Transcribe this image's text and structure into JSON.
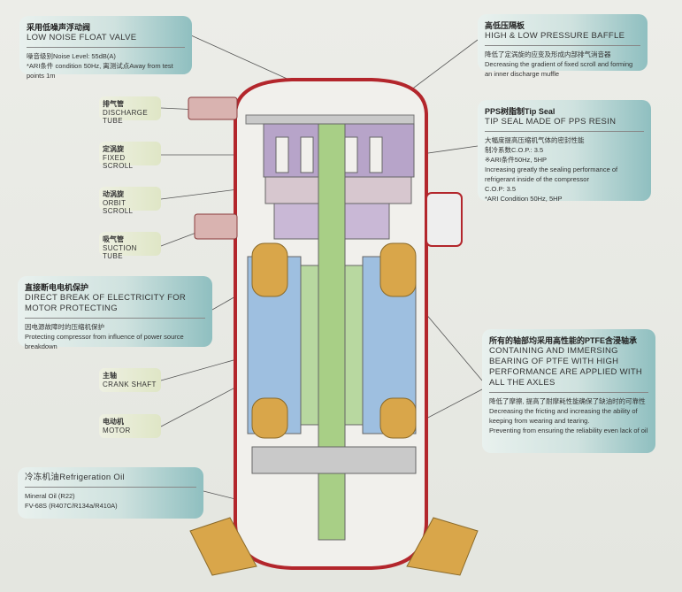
{
  "float_valve": {
    "zh": "采用低噪声浮动阀",
    "title": "LOW NOISE FLOAT VALVE",
    "lines": [
      "噪音级别Noise Level: 55dB(A)",
      "*ARI条件 condition 50Hz, 离测试点Away from test points 1m"
    ]
  },
  "baffle": {
    "zh": "高低压隔板",
    "title": "HIGH & LOW PRESSURE BAFFLE",
    "lines": [
      "降低了定涡旋的应变及形成内部排气消音器",
      "Decreasing the gradient of fixed scroll and forming an inner discharge muffle"
    ]
  },
  "tip_seal": {
    "zh": "PPS树脂制Tip Seal",
    "title": "TIP SEAL MADE OF PPS RESIN",
    "lines": [
      "大幅度提高压缩机气体的密封性能",
      "制冷系数C.O.P.: 3.5",
      "※ARI条件50Hz, 5HP",
      "Increasing greatly the sealing performance of refrigerant inside of the compressor",
      "C.O.P: 3.5",
      "*ARI Condition 50Hz, 5HP"
    ]
  },
  "bearing": {
    "zh": "所有的轴部均采用高性能的PTFE含浸轴承",
    "title": "CONTAINING AND IMMERSING BEARING OF PTFE WITH HIGH PERFORMANCE ARE APPLIED WITH ALL THE AXLES",
    "lines": [
      "降低了摩擦, 提高了耐摩耗性能确保了缺油时的可靠性",
      "Decreasing the fricting and increasing the ability of keeping from wearing and tearing.",
      "Preventing from ensuring the reliability even lack of oil"
    ]
  },
  "motor_protect": {
    "zh": "直接断电电机保护",
    "title": "DIRECT BREAK OF ELECTRICITY FOR MOTOR PROTECTING",
    "lines": [
      "因电源故障时的压缩机保护",
      "Protecting compressor from influence of power source breakdown"
    ]
  },
  "oil": {
    "title": "冷冻机油Refrigeration Oil",
    "lines": [
      "Mineral Oil  (R22)",
      "FV-68S  (R407C/R134a/R410A)"
    ]
  },
  "tags": [
    {
      "zh": "排气管",
      "en": "DISCHARGE TUBE"
    },
    {
      "zh": "定涡旋",
      "en": "FIXED SCROLL"
    },
    {
      "zh": "动涡旋",
      "en": "ORBIT SCROLL"
    },
    {
      "zh": "吸气管",
      "en": "SUCTION TUBE"
    },
    {
      "zh": "主轴",
      "en": "CRANK SHAFT"
    },
    {
      "zh": "电动机",
      "en": "MOTOR"
    }
  ]
}
